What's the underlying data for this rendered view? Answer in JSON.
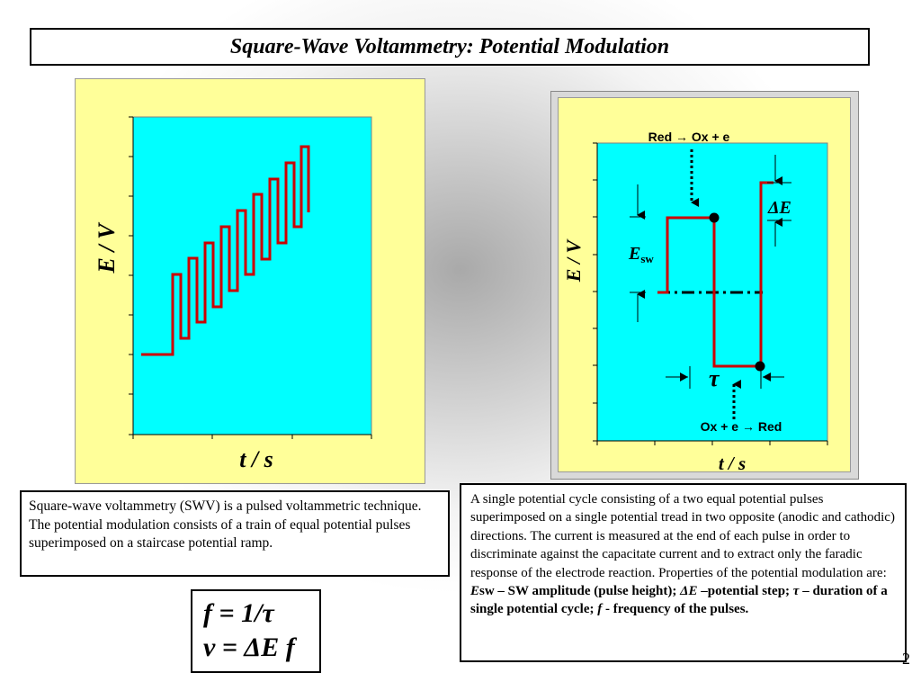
{
  "title": "Square-Wave Voltammetry: Potential Modulation",
  "left_chart": {
    "ylabel": "E / V",
    "xlabel": "t / s"
  },
  "right_chart": {
    "ylabel": "E / V",
    "xlabel": "t / s",
    "top_annotation": "Red → Ox + e",
    "bottom_annotation": "Ox + e → Red",
    "esw_label_main": "E",
    "esw_label_sub": "sw",
    "delta_e_label": "ΔE",
    "tau_label": "τ"
  },
  "swv_description": "Square-wave voltammetry (SWV) is a pulsed voltammetric technique. The potential modulation consists of a train of equal potential pulses superimposed on a staircase potential ramp.",
  "cycle_description": {
    "intro": "A single potential cycle consisting of a two equal potential pulses superimposed on a single potential tread in two opposite (anodic and cathodic) directions. The current is measured at the end of each pulse in order to discriminate against the capacitate current and to extract only the faradic response of the electrode reaction. Properties of the potential modulation are: ",
    "esw_sym": "E",
    "esw_def": "sw – SW amplitude (pulse height); ",
    "de_sym": "ΔE",
    "de_def": " –potential step; ",
    "tau_sym": "τ",
    "tau_def": " – duration of a single potential cycle; ",
    "f_sym": "f",
    "f_def": " - frequency of the pulses."
  },
  "formulas": {
    "line1": "f = 1/τ",
    "line2": "v = ΔE f"
  },
  "page_number": "2",
  "colors": {
    "panel": "#ffff99",
    "plot": "#00ffff",
    "trace": "#cc0000"
  }
}
